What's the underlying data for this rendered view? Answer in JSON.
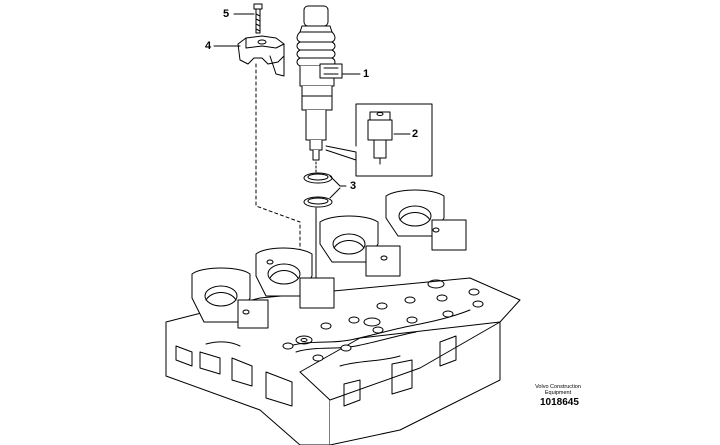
{
  "callouts": [
    {
      "id": "5",
      "label": "5"
    },
    {
      "id": "4",
      "label": "4"
    },
    {
      "id": "1",
      "label": "1"
    },
    {
      "id": "2",
      "label": "2"
    },
    {
      "id": "3",
      "label": "3"
    }
  ],
  "brand_line_1": "Volvo Construction",
  "brand_line_2": "Equipment",
  "figure_number": "1018645",
  "line_color": "#000000",
  "fill_color": "#ffffff"
}
